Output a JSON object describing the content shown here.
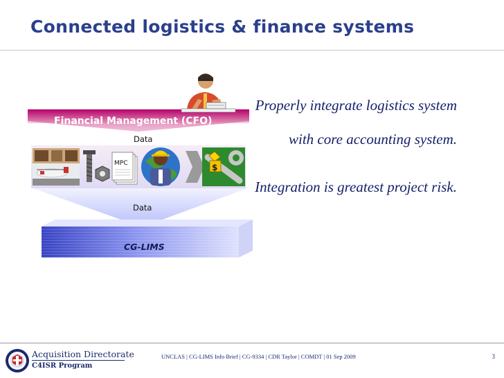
{
  "slide": {
    "title": "Connected logistics & finance systems"
  },
  "diagram": {
    "top_band_label": "Financial Management  (CFO)",
    "data_label_top": "Data",
    "data_label_bottom": "Data",
    "mpc_label": "MPC",
    "base_label": "CG-LIMS",
    "money_symbol": "$"
  },
  "bullets": [
    "Properly integrate logistics system with core accounting system.",
    "Integration is greatest project risk."
  ],
  "footer": {
    "org_name": "Acquisition Directorate",
    "program_name": "C4ISR Program",
    "classification_line": "UNCLAS | CG-LIMS Info Brief | CG-9334 | CDR Taylor | COMDT | 01 Sep 2009",
    "page_number": "3"
  },
  "colors": {
    "title": "#2b3f8c",
    "body_text": "#15206a",
    "finance_band_top": "#b5006a",
    "finance_band_bottom": "#f1d3e2",
    "lims_bar": "#3b46c9",
    "lims_bar_light": "#d2d6fa"
  }
}
